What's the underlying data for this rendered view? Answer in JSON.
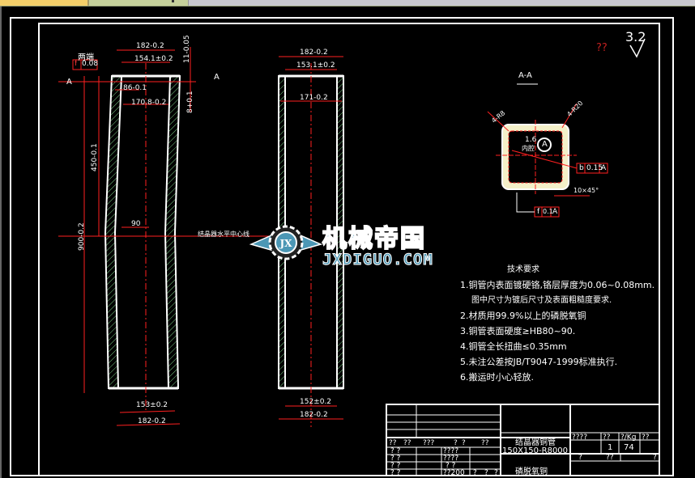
{
  "window": {
    "title_bar_colors": {
      "active_tab": "#f4cf6a",
      "bar": "#c6d19c",
      "right": "#c9c9cf"
    }
  },
  "colors": {
    "background": "#000000",
    "frame": "#ffffff",
    "dimension": "#ff2020",
    "hatch": "#7fd08a",
    "section_fill": "#f4f0c8",
    "logo_blue": "#4c97b5"
  },
  "drawing": {
    "left_view": {
      "flatness_label": "两端",
      "flatness_symbol": "f",
      "flatness_value": "0.08",
      "section_mark_left": "A",
      "section_mark_right": "A",
      "dim_top_outer": "182-0.2",
      "dim_top_inner": "154.1±0.2",
      "dim_86": "86-0.1",
      "dim_170": "170.8-0.2",
      "dim_11": "11-0.05",
      "dim_8": "8+0.1",
      "dim_450": "450-0.1",
      "dim_900": "900-0.2",
      "dim_90": "90",
      "centerline_label": "结晶器水平中心线",
      "dim_bottom_inner": "153±0.2",
      "dim_bottom_outer": "182-0.2"
    },
    "right_view": {
      "dim_top_outer": "182-0.2",
      "dim_top_inner": "153.1±0.2",
      "dim_171": "171-0.2",
      "dim_bottom_inner": "152±0.2",
      "dim_bottom_outer": "182-0.2"
    },
    "section_view": {
      "title": "A-A",
      "radius_left": "4-R8",
      "radius_right": "4-R20",
      "roughness_value": "1.6",
      "roughness_note": "内腔",
      "datum": "A",
      "tol_b_symbol": "b",
      "tol_b_value": "0.15",
      "tol_b_datum": "A",
      "chamfer": "10×45°",
      "tol_f_symbol": "f",
      "tol_f_value": "0.1",
      "tol_f_datum": "A"
    },
    "roughness_corner": "3.2",
    "unknown_marks": "??"
  },
  "logo": {
    "chinese": "机械帝国",
    "english": "JXDIGUO.COM",
    "badge": "JX"
  },
  "tech_requirements": {
    "title": "技术要求",
    "items": [
      "1.铜管内表面镀硬铬,铬层厚度为0.06~0.08mm.",
      "图中尺寸为镀后尺寸及表面粗糙度要求.",
      "2.材质用99.9%以上的磷脱氧铜",
      "3.铜管表面硬度≥HB80~90.",
      "4.铜管全长扭曲≤0.35mm",
      "5.未注公差按JB/T9047-1999标准执行.",
      "6.搬运时小心轻放."
    ]
  },
  "title_block": {
    "part_name": "结晶器铜管",
    "part_spec": "150X150-R8000",
    "material": "磷脱氧铜",
    "header_labels": [
      "????",
      "??",
      "?/Kg",
      "??"
    ],
    "quantity": "1",
    "weight": "74",
    "sub_labels": [
      "?",
      "??",
      "?"
    ],
    "sign_row": [
      "??",
      "??",
      "???",
      "?",
      "?",
      "??"
    ],
    "rows": [
      [
        "? ?",
        "????"
      ],
      [
        "? ?",
        "????"
      ],
      [
        "? ?",
        "? ?"
      ],
      [
        "? ?",
        "??200",
        "?",
        "?",
        "?"
      ]
    ]
  }
}
